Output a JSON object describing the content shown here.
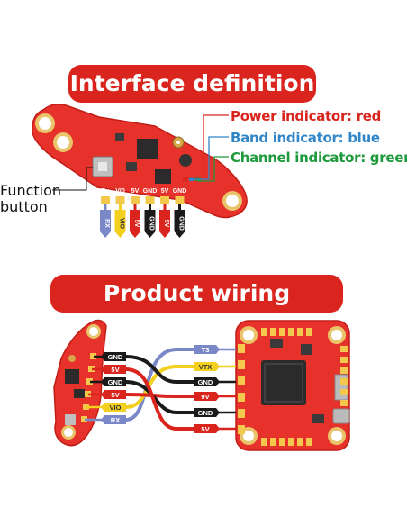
{
  "banners": {
    "interface_title": "Interface definition",
    "wiring_title": "Product wiring diagram"
  },
  "indicators": {
    "power": "Power indicator: red",
    "band": "Band indicator: blue",
    "channel": "Channel indicator: green",
    "power_color": "#d9251d",
    "band_color": "#2f86c8",
    "channel_color": "#1f9a3c"
  },
  "function_button": {
    "line1": "Function",
    "line2": "button"
  },
  "top_pins": {
    "board_labels": [
      "Rx",
      "VI0",
      "5V",
      "GND",
      "5V",
      "GND"
    ],
    "tags": [
      {
        "label": "RX",
        "color": "#7b88c8",
        "text_color": "#ffffff"
      },
      {
        "label": "VIO",
        "color": "#f3cf1e",
        "text_color": "#333333"
      },
      {
        "label": "5V",
        "color": "#d9251d",
        "text_color": "#ffffff"
      },
      {
        "label": "GND",
        "color": "#1a1a1a",
        "text_color": "#ffffff"
      },
      {
        "label": "5V",
        "color": "#d9251d",
        "text_color": "#ffffff"
      },
      {
        "label": "GND",
        "color": "#1a1a1a",
        "text_color": "#ffffff"
      }
    ]
  },
  "wiring_left_tags": [
    {
      "label": "GND",
      "color": "#1a1a1a",
      "text_color": "#ffffff"
    },
    {
      "label": "5V",
      "color": "#d9251d",
      "text_color": "#ffffff"
    },
    {
      "label": "GND",
      "color": "#1a1a1a",
      "text_color": "#ffffff"
    },
    {
      "label": "5V",
      "color": "#d9251d",
      "text_color": "#ffffff"
    },
    {
      "label": "VIO",
      "color": "#f3cf1e",
      "text_color": "#333333"
    },
    {
      "label": "RX",
      "color": "#7b88c8",
      "text_color": "#ffffff"
    }
  ],
  "wiring_right_tags": [
    {
      "label": "T3",
      "color": "#7b88c8",
      "text_color": "#ffffff"
    },
    {
      "label": "VTX",
      "color": "#f3cf1e",
      "text_color": "#333333"
    },
    {
      "label": "GND",
      "color": "#1a1a1a",
      "text_color": "#ffffff"
    },
    {
      "label": "9V",
      "color": "#d9251d",
      "text_color": "#ffffff"
    },
    {
      "label": "GND",
      "color": "#1a1a1a",
      "text_color": "#ffffff"
    },
    {
      "label": "5V",
      "color": "#d9251d",
      "text_color": "#ffffff"
    }
  ],
  "colors": {
    "board_red": "#e6322a",
    "board_dark": "#c11d17",
    "pad_gold": "#f2c94c",
    "wire_blue": "#7b88c8",
    "wire_yellow": "#f3cf1e",
    "wire_red": "#d9251d",
    "wire_black": "#1a1a1a"
  }
}
